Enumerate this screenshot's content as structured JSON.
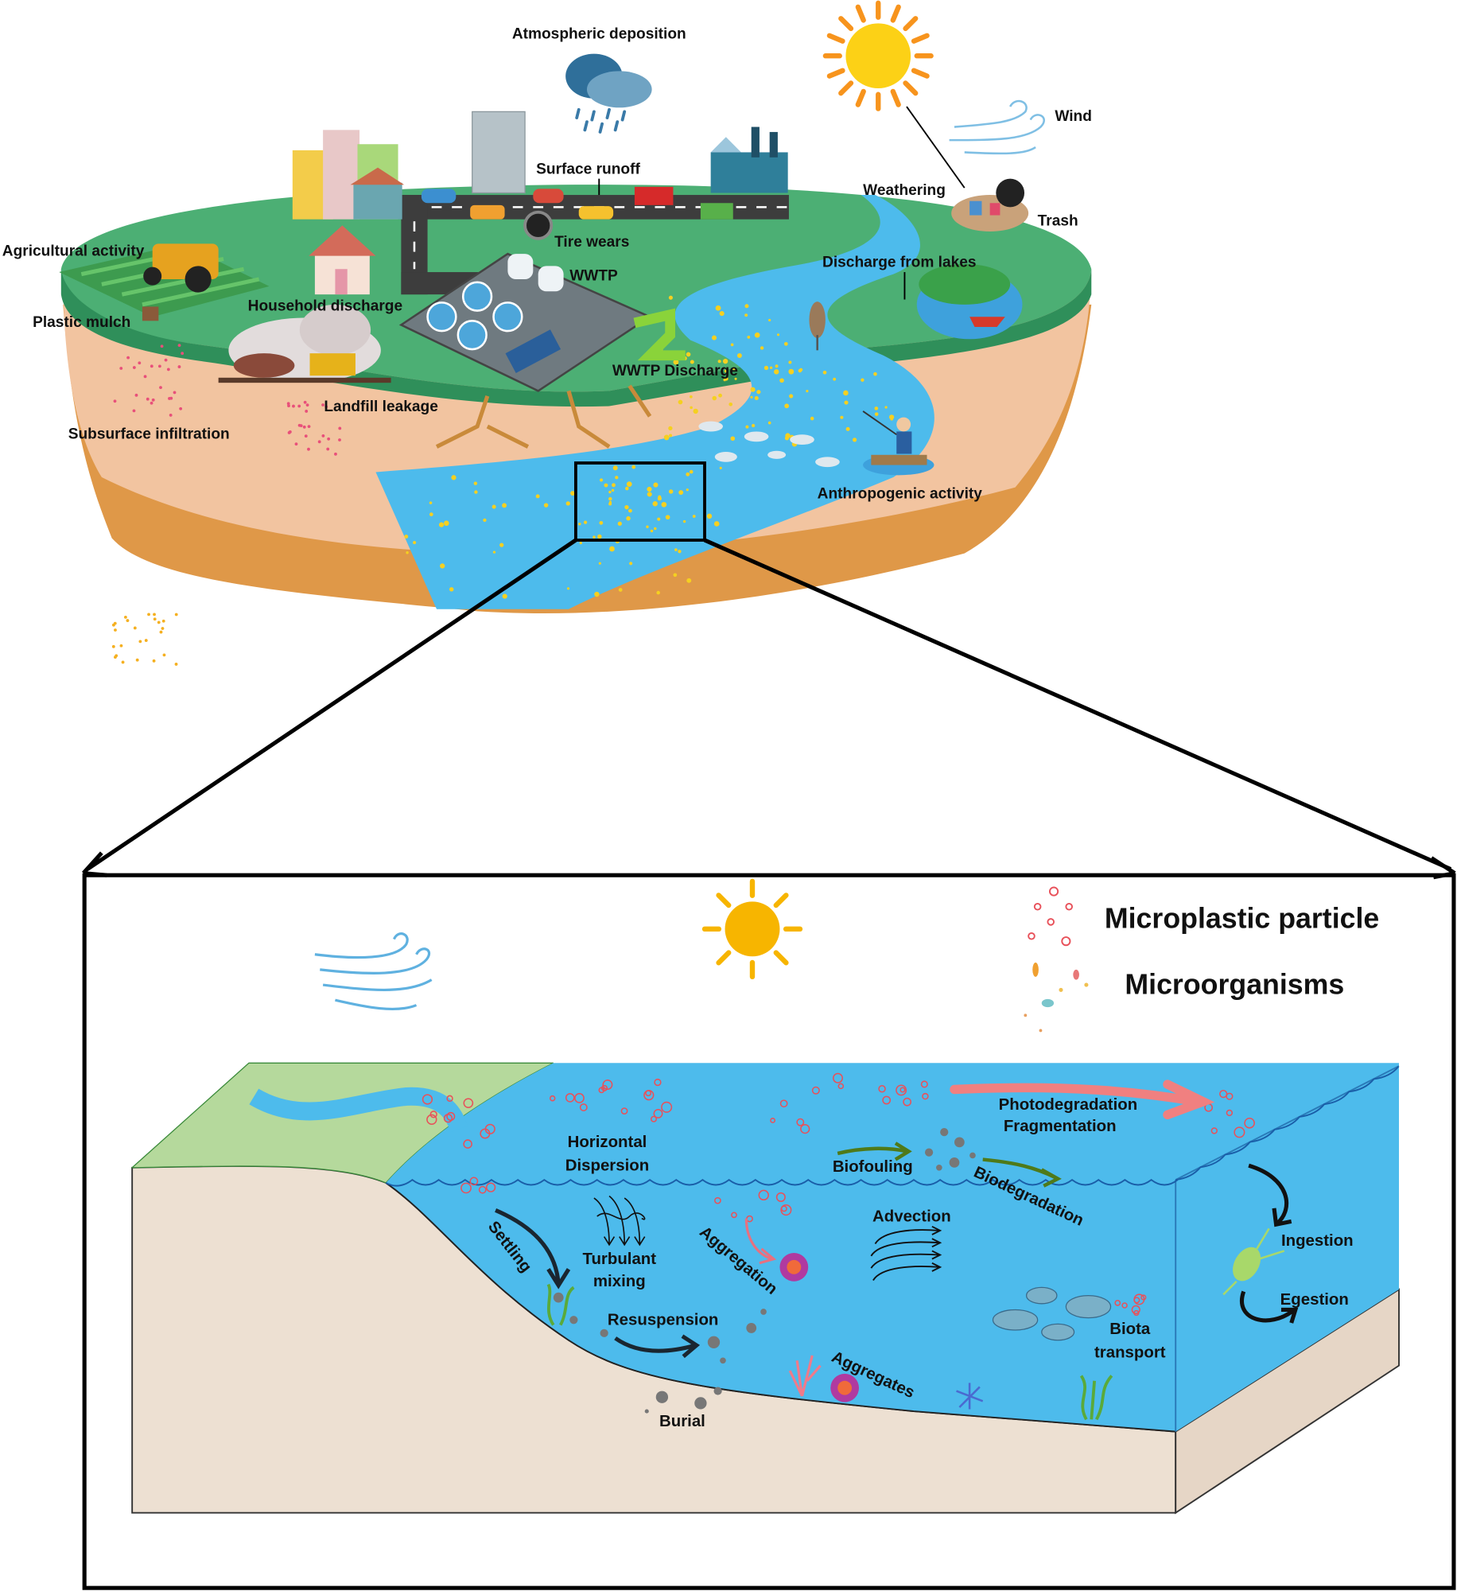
{
  "top_scene": {
    "labels": {
      "atmospheric_deposition": "Atmospheric deposition",
      "wind": "Wind",
      "surface_runoff": "Surface runoff",
      "weathering": "Weathering",
      "trash": "Trash",
      "tire_wears": "Tire wears",
      "agricultural_activity": "Agricultural activity",
      "wwtp": "WWTP",
      "discharge_from_lakes": "Discharge from lakes",
      "household_discharge": "Household discharge",
      "plastic_mulch": "Plastic mulch",
      "wwtp_discharge": "WWTP Discharge",
      "landfill_leakage": "Landfill leakage",
      "subsurface_infiltration": "Subsurface infiltration",
      "anthropogenic_activity": "Anthropogenic activity"
    }
  },
  "detail_scene": {
    "legend": {
      "microplastic_particle": "Microplastic particle",
      "microorganisms": "Microorganisms"
    },
    "labels": {
      "horizontal": "Horizontal",
      "dispersion": "Dispersion",
      "photodegradation": "Photodegradation",
      "fragmentation": "Fragmentation",
      "biofouling": "Biofouling",
      "biodegradation": "Biodegradation",
      "advection": "Advection",
      "settling": "Settling",
      "turbulant": "Turbulant",
      "mixing": "mixing",
      "aggregation": "Aggregation",
      "ingestion": "Ingestion",
      "egestion": "Egestion",
      "resuspension": "Resuspension",
      "biota": "Biota",
      "transport": "transport",
      "aggregates": "Aggregates",
      "burial": "Burial"
    }
  },
  "colors": {
    "water": "#4dbbec",
    "grass": "#4caf74",
    "soil": "#f2c4a0",
    "soil_deep": "#df9848",
    "sun": "#f7b500",
    "microplastic": "#e8515a"
  }
}
